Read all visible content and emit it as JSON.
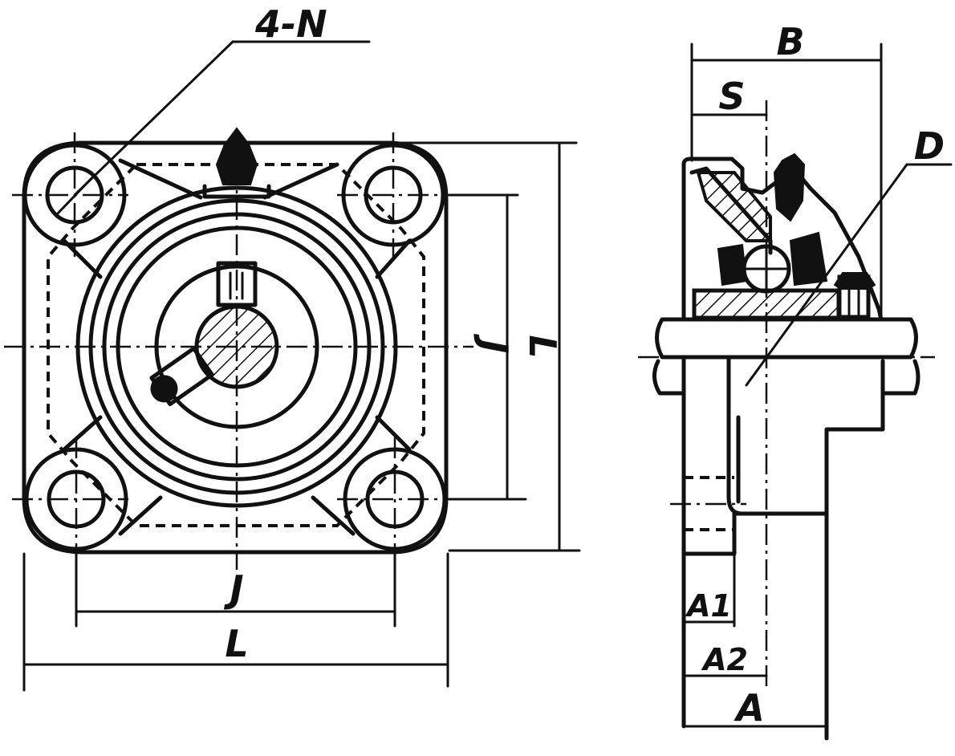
{
  "labels": {
    "bolt_holes": "4-N",
    "width_b": "B",
    "offset_s": "S",
    "diameter_d": "D",
    "hole_pitch_v": "J",
    "outer_size_v": "L",
    "hole_pitch_h": "J",
    "outer_size_h": "L",
    "dim_a1": "A1",
    "dim_a2": "A2",
    "dim_a": "A"
  }
}
